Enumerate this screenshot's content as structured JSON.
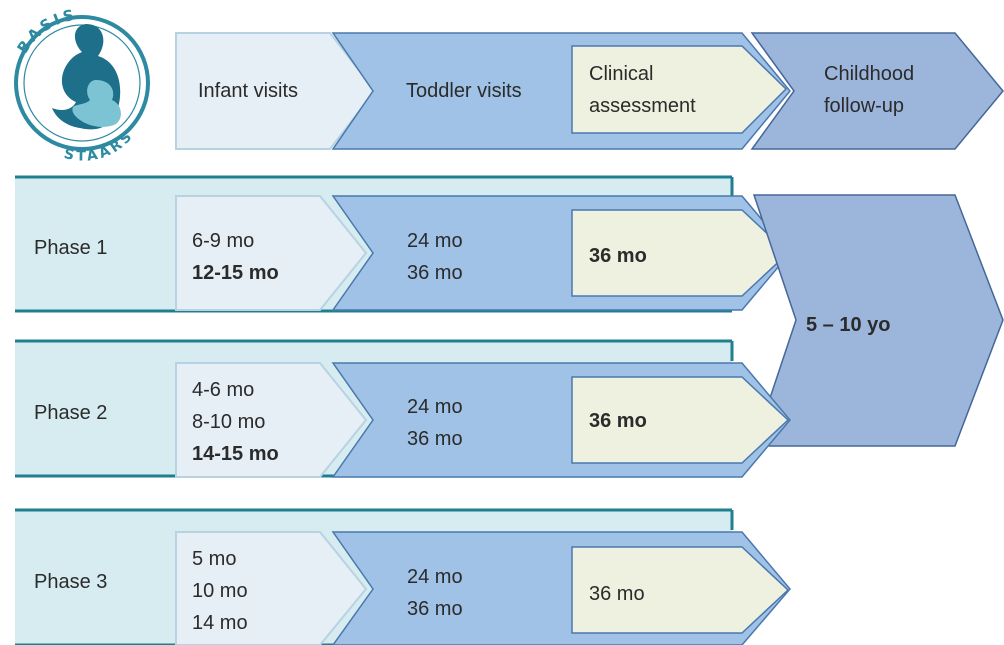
{
  "logo": {
    "top_text": "BASIS",
    "bottom_text": "STAARS",
    "colors": {
      "ring": "#2d8aa1",
      "figure_dark": "#1d6f8a",
      "figure_light": "#7cc4d3"
    }
  },
  "header": {
    "infant": "Infant visits",
    "toddler": "Toddler visits",
    "clinical": [
      "Clinical",
      "assessment"
    ],
    "childhood": [
      "Childhood",
      "follow-up"
    ]
  },
  "phases": [
    {
      "label": "Phase 1",
      "infant": [
        {
          "text": "6-9 mo",
          "bold": false
        },
        {
          "text": "12-15 mo",
          "bold": true
        }
      ],
      "toddler": [
        "24 mo",
        "36 mo"
      ],
      "clinical": {
        "text": "36 mo",
        "bold": true
      }
    },
    {
      "label": "Phase 2",
      "infant": [
        {
          "text": "4-6 mo",
          "bold": false
        },
        {
          "text": "8-10 mo",
          "bold": false
        },
        {
          "text": "14-15 mo",
          "bold": true
        }
      ],
      "toddler": [
        "24 mo",
        "36 mo"
      ],
      "clinical": {
        "text": "36 mo",
        "bold": true
      }
    },
    {
      "label": "Phase 3",
      "infant": [
        {
          "text": "5 mo",
          "bold": false
        },
        {
          "text": "10 mo",
          "bold": false
        },
        {
          "text": "14 mo",
          "bold": false
        }
      ],
      "toddler": [
        "24 mo",
        "36 mo"
      ],
      "clinical": {
        "text": "36 mo",
        "bold": false
      }
    }
  ],
  "childhood_range": "5 – 10 yo",
  "colors": {
    "phase_fill": "#d6ecf0",
    "phase_edge": "#1f7f8f",
    "infant_fill": "#e6eef6",
    "infant_stroke": "#b7d3e3",
    "toddler_fill": "#9fc2e6",
    "toddler_stroke": "#4a78ad",
    "clinical_fill": "#eef0e0",
    "clinical_stroke": "#4a78ad",
    "childhood_fill": "#9cb6db",
    "childhood_stroke": "#44679a"
  }
}
